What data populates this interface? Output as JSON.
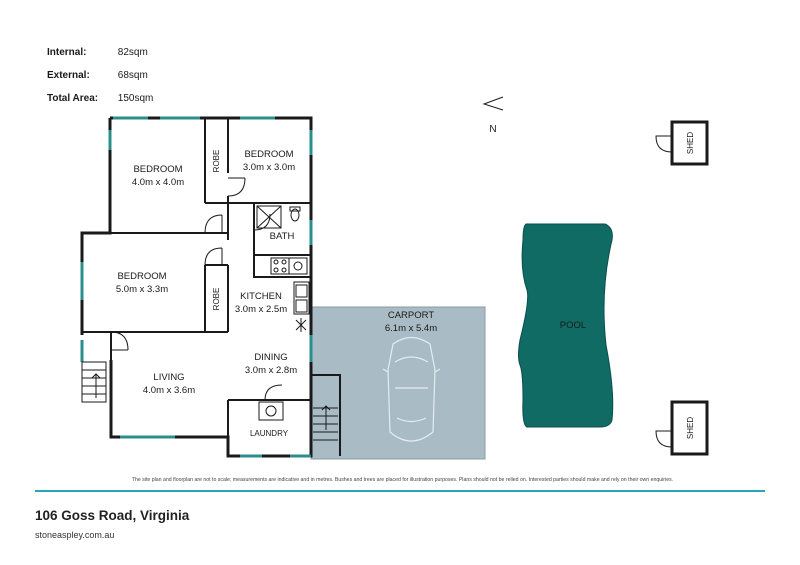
{
  "areas": [
    {
      "label": "Internal:",
      "value": "82sqm"
    },
    {
      "label": "External:",
      "value": "68sqm"
    },
    {
      "label": "Total Area:",
      "value": "150sqm"
    }
  ],
  "compass": {
    "label": "N"
  },
  "rooms": {
    "bedroom1": {
      "name": "BEDROOM",
      "size": "4.0m x 4.0m"
    },
    "bedroom2": {
      "name": "BEDROOM",
      "size": "3.0m x 3.0m"
    },
    "bedroom3": {
      "name": "BEDROOM",
      "size": "5.0m x 3.3m"
    },
    "robe1": "ROBE",
    "robe2": "ROBE",
    "bath": "BATH",
    "kitchen": {
      "name": "KITCHEN",
      "size": "3.0m x 2.5m"
    },
    "dining": {
      "name": "DINING",
      "size": "3.0m x 2.8m"
    },
    "living": {
      "name": "LIVING",
      "size": "4.0m x 3.6m"
    },
    "laundry": "LAUNDRY",
    "carport": {
      "name": "CARPORT",
      "size": "6.1m x 5.4m"
    },
    "pool": "POOL",
    "shed1": "SHED",
    "shed2": "SHED"
  },
  "colors": {
    "carport": "#a9bcc6",
    "pool": "#0f6b64",
    "window": "#2a8f8c",
    "wall": "#1a1a1a",
    "accent_rule": "#2aa5b8"
  },
  "disclaimer": "The site plan and floorplan are not to scale; measurements are indicative and in metres. Bushes and trees are placed for illustration purposes. Plans should not be relied on. Interested parties should make and rely on their own enquiries.",
  "address": "106 Goss Road, Virginia",
  "website": "stoneaspley.com.au"
}
